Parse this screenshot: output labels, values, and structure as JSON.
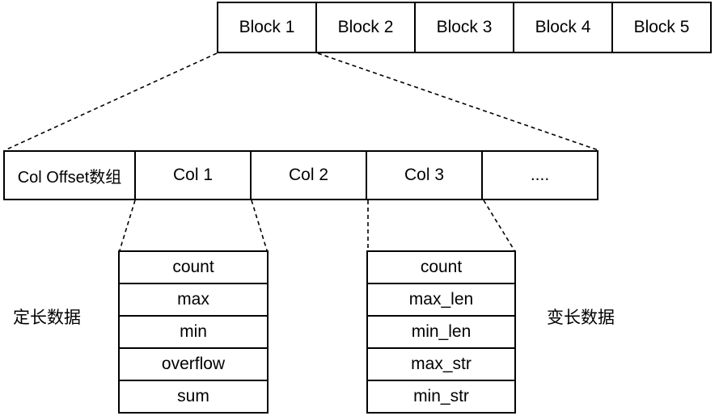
{
  "blocks": [
    "Block 1",
    "Block 2",
    "Block 3",
    "Block 4",
    "Block 5"
  ],
  "columns": [
    "Col Offset数组",
    "Col 1",
    "Col 2",
    "Col 3",
    "...."
  ],
  "fixed_length": {
    "label": "定长数据",
    "fields": [
      "count",
      "max",
      "min",
      "overflow",
      "sum"
    ]
  },
  "variable_length": {
    "label": "变长数据",
    "fields": [
      "count",
      "max_len",
      "min_len",
      "max_str",
      "min_str"
    ]
  }
}
